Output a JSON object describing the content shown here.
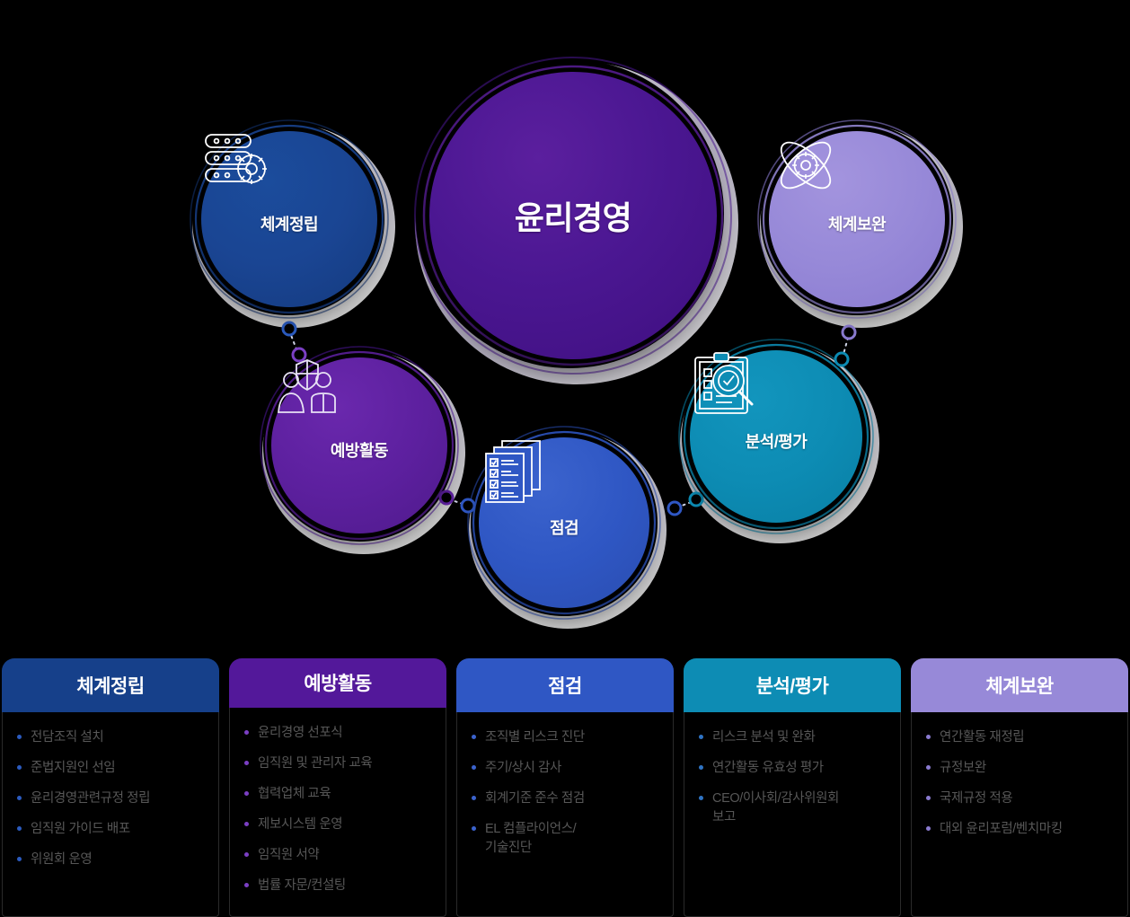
{
  "diagram": {
    "hub": {
      "label": "윤리경영",
      "color": "#4b1792"
    },
    "nodes": [
      {
        "id": "n-1",
        "label": "체계정립",
        "icon": "server-gear-icon",
        "color": "#1a4593"
      },
      {
        "id": "n-2",
        "label": "예방활동",
        "icon": "people-shield-icon",
        "color": "#5d209f"
      },
      {
        "id": "n-3",
        "label": "점검",
        "icon": "checklist-documents-icon",
        "color": "#2f57c4"
      },
      {
        "id": "n-4",
        "label": "분석/평가",
        "icon": "clipboard-magnifier-icon",
        "color": "#0d8cb4"
      },
      {
        "id": "n-5",
        "label": "체계보완",
        "icon": "atom-gear-icon",
        "color": "#9789d8"
      }
    ],
    "connectors": [
      {
        "from": "체계정립",
        "to": "예방활동",
        "style": "dotted-ring-link"
      },
      {
        "from": "예방활동",
        "to": "점검",
        "style": "dotted-ring-link"
      },
      {
        "from": "점검",
        "to": "분석/평가",
        "style": "dotted-ring-link"
      },
      {
        "from": "분석/평가",
        "to": "체계보완",
        "style": "dotted-ring-link"
      }
    ]
  },
  "cards": [
    {
      "title": "체계정립",
      "header_color": "#16408a",
      "bullet_color": "#2b5bbf",
      "items": [
        "전담조직 설치",
        "준법지원인 선임",
        "윤리경영관련규정 정립",
        "임직원 가이드 배포",
        "위원회 운영"
      ]
    },
    {
      "title": "예방활동",
      "header_color": "#53189a",
      "bullet_color": "#7b3fc4",
      "items": [
        "윤리경영 선포식",
        "임직원 및 관리자 교육",
        "협력업체 교육",
        "제보시스템 운영",
        "임직원 서약",
        "법률 자문/컨설팅"
      ]
    },
    {
      "title": "점검",
      "header_color": "#2f57c4",
      "bullet_color": "#3b63cd",
      "items": [
        "조직별 리스크 진단",
        "주기/상시 감사",
        "회계기준 준수 점검",
        "EL 컴플라이언스/\n기술진단"
      ]
    },
    {
      "title": "분석/평가",
      "header_color": "#0d8cb4",
      "bullet_color": "#2f74c4",
      "items": [
        "리스크 분석 및 완화",
        "연간활동 유효성 평가",
        "CEO/이사회/감사위원회\n보고"
      ]
    },
    {
      "title": "체계보완",
      "header_color": "#9789d8",
      "bullet_color": "#8a7bd0",
      "items": [
        "연간활동 재정립",
        "규정보완",
        "국제규정 적용",
        "대외 윤리포럼/벤치마킹"
      ]
    }
  ]
}
